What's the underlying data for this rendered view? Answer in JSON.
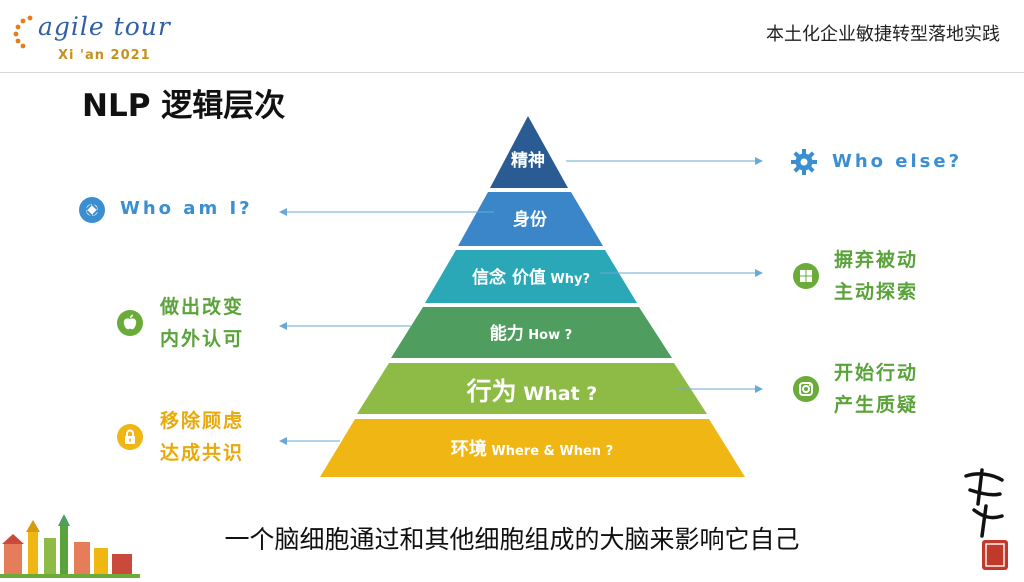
{
  "header": {
    "logo_line1": "agile tour",
    "logo_line2": "Xi 'an  2021",
    "title": "本土化企业敏捷转型落地实践"
  },
  "page_title": "NLP 逻辑层次",
  "pyramid": {
    "levels": [
      {
        "main": "精神",
        "sub": "",
        "color": "#2a5b93"
      },
      {
        "main": "身份",
        "sub": "",
        "color": "#3a86c8"
      },
      {
        "main": "信念 价值",
        "sub": " Why?",
        "color": "#2aa8b8"
      },
      {
        "main": "能力",
        "sub": " How ?",
        "color": "#4f9d5f"
      },
      {
        "main": "行为",
        "sub": "  What ?",
        "color": "#8dbb46"
      },
      {
        "main": "环境",
        "sub": "  Where & When ?",
        "color": "#f0b614"
      }
    ]
  },
  "labels": {
    "who_else": "Who else?",
    "who_am_i": "Who am I?",
    "why_line1": "摒弃被动",
    "why_line2": "主动探索",
    "how_line1": "做出改变",
    "how_line2": "内外认可",
    "what_line1": "开始行动",
    "what_line2": "产生质疑",
    "env_line1": "移除顾虑",
    "env_line2": "达成共识"
  },
  "caption": "一个脑细胞通过和其他细胞组成的大脑来影响它自己",
  "colors": {
    "accent_blue": "#3b8fd0",
    "accent_green": "#6aab3a",
    "accent_gold": "#f0b614",
    "arrow": "#6aa8d6"
  },
  "icons": [
    "gear-icon",
    "camera-aperture-icon",
    "windows-icon",
    "apple-icon",
    "instagram-icon",
    "lock-icon"
  ]
}
